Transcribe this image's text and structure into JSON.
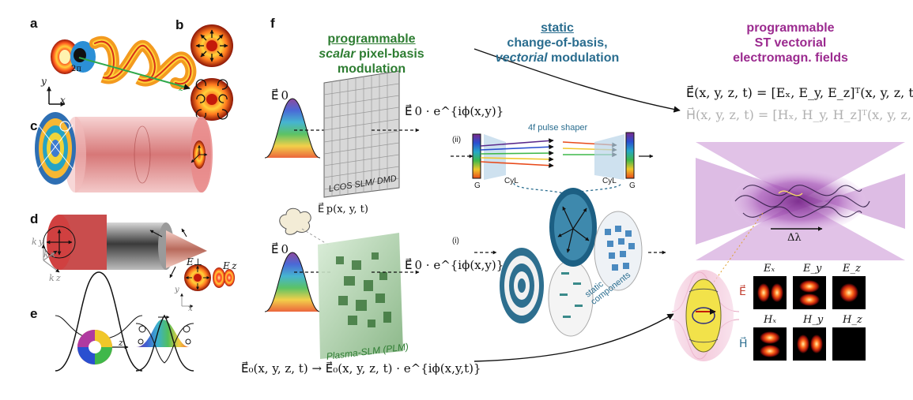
{
  "panels": {
    "a": "a",
    "b": "b",
    "c": "c",
    "d": "d",
    "e": "e",
    "f": "f"
  },
  "axes_a": {
    "y": "y",
    "x": "x",
    "z": "z",
    "two_pi": "2π"
  },
  "axes_d": {
    "ky": "k y",
    "kx": "k x",
    "kz": "k z",
    "y": "y",
    "x": "x",
    "e_perp": "E⊥",
    "e_z": "E z"
  },
  "axis_e": {
    "z": "z"
  },
  "headers": {
    "programmable": "programmable",
    "scalar": "scalar",
    "pixel_basis": " pixel-basis modulation",
    "static": "static",
    "change_of_basis": "change-of-basis,",
    "vectorial": "vectorial",
    "modulation": " modulation",
    "programmable_r": "programmable",
    "st_vectorial": "ST vectorial",
    "em_fields": "electromagn. fields"
  },
  "equations": {
    "E0_top": "E⃗ 0",
    "E0_mod_top": "E⃗ 0 · e^{iϕ(x,y)}",
    "Ep": "E⃗ p(x, y, t)",
    "E0_bottom": "E⃗ 0",
    "E0_mod_bottom": "E⃗ 0 · e^{iϕ(x,y)}",
    "transform": "E⃗₀(x, y, z, t) → E⃗₀(x, y, z, t) · e^{iϕ(x,y,t)}",
    "E_field": "E⃗(x, y, z, t) = [Eₓ, E_y, E_z]ᵀ(x, y, z, t)",
    "H_field": "H⃗(x, y, z, t) = [Hₓ, H_y, H_z]ᵀ(x, y, z, t)"
  },
  "device_labels": {
    "lcos": "LCOS SLM/ DMD",
    "plm": "Plasma-SLM (PLM)",
    "pulse_shaper": "4f pulse shaper",
    "ii": "(ii)",
    "i": "(i)",
    "G_left": "G",
    "CyL_left": "CyL",
    "CyL_right": "CyL",
    "G_right": "G",
    "static_components": "static components",
    "delta_lambda": "Δλ"
  },
  "field_grid": {
    "row_E": "E⃗",
    "row_H": "H⃗",
    "E_cols": [
      "Eₓ",
      "E_y",
      "E_z"
    ],
    "H_cols": [
      "Hₓ",
      "H_y",
      "H_z"
    ]
  },
  "colors": {
    "green": "#2e7d32",
    "teal": "#2a6d8f",
    "magenta": "#9b2a8f",
    "grey_text": "#b0b0b0"
  }
}
